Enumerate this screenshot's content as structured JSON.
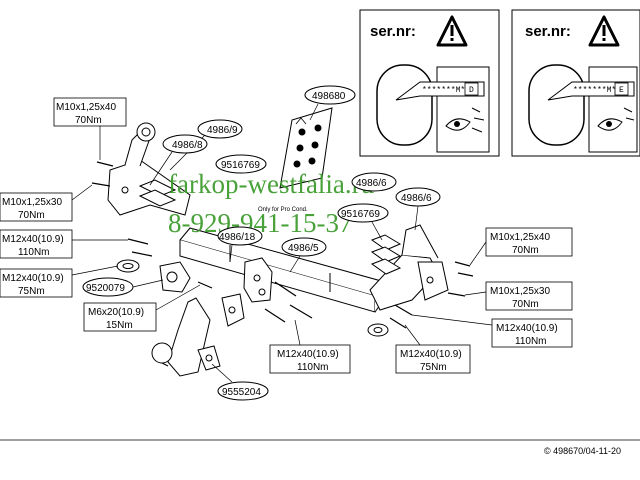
{
  "serial_boxes": [
    {
      "title": "ser.nr:",
      "plate_text": "*******M*",
      "plate_letter": "D"
    },
    {
      "title": "ser.nr:",
      "plate_text": "*******M*",
      "plate_letter": "E"
    }
  ],
  "torque_labels": [
    {
      "spec": "M10x1,25x40",
      "torque": "70Nm"
    },
    {
      "spec": "M10x1,25x30",
      "torque": "70Nm"
    },
    {
      "spec": "M12x40(10.9)",
      "torque": "110Nm"
    },
    {
      "spec": "M12x40(10.9)",
      "torque": "75Nm"
    },
    {
      "spec": "M6x20(10.9)",
      "torque": "15Nm"
    },
    {
      "spec": "M12x40(10.9)",
      "torque": "110Nm"
    },
    {
      "spec": "M12x40(10.9)",
      "torque": "75Nm"
    },
    {
      "spec": "M10x1,25x40",
      "torque": "70Nm"
    },
    {
      "spec": "M10x1,25x30",
      "torque": "70Nm"
    },
    {
      "spec": "M12x40(10.9)",
      "torque": "110Nm"
    }
  ],
  "part_numbers": [
    "498680",
    "4986/9",
    "4986/8",
    "9516769",
    "4986/6",
    "9516769",
    "4986/6",
    "4986/18",
    "4986/5",
    "9520079",
    "9555204"
  ],
  "plate_caption": "Only for Pro Cond.",
  "watermark": {
    "site": "farkop-westfalia.ru",
    "phone": "8-929-941-15-37",
    "color": "#3a9a2a"
  },
  "footer": "© 498670/04-11-20"
}
